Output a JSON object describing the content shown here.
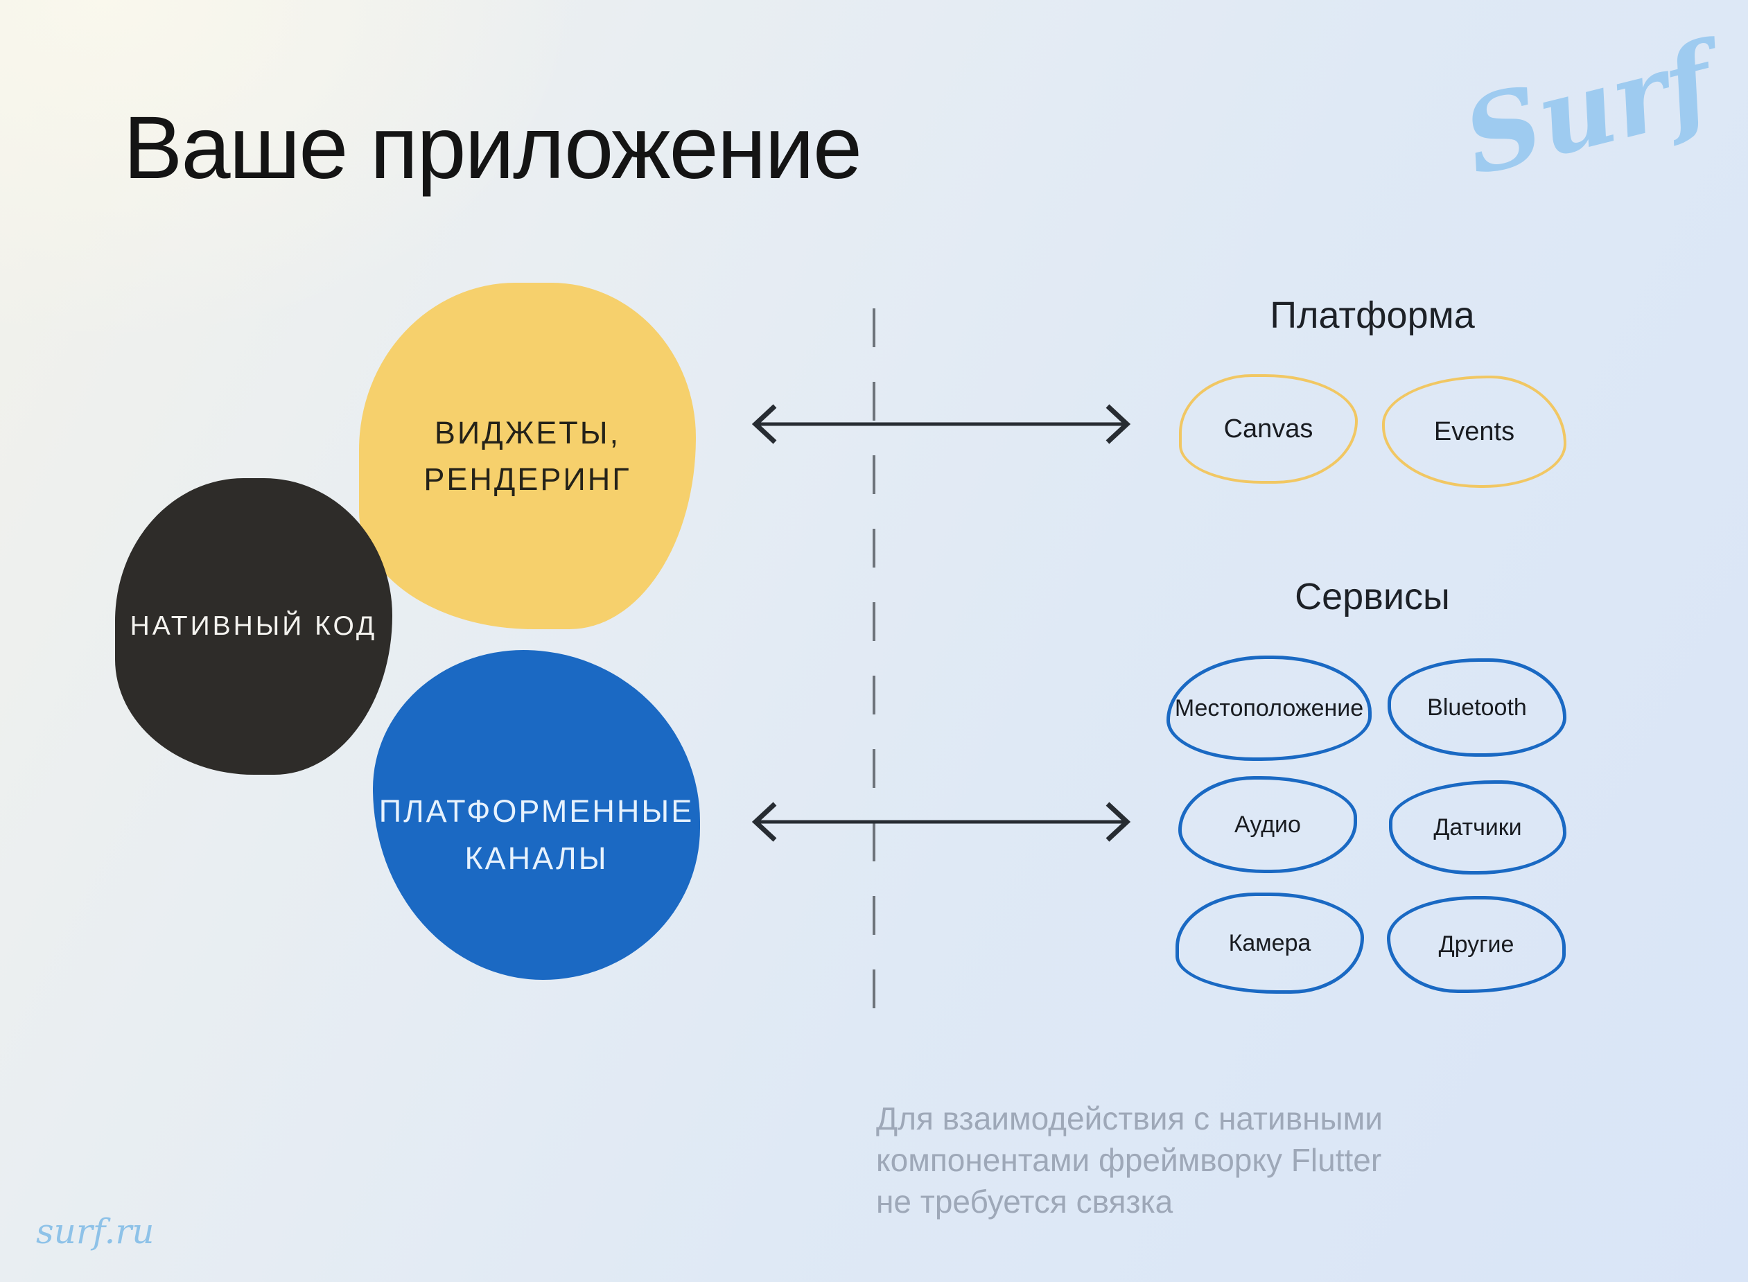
{
  "slide": {
    "title": "Ваше приложение",
    "logo_text": "Surf",
    "footer_link": "surf.ru"
  },
  "app": {
    "widgets_blob": {
      "line1": "ВИДЖЕТЫ,",
      "line2": "РЕНДЕРИНГ"
    },
    "native_blob": {
      "line1": "НАТИВНЫЙ КОД"
    },
    "channels_blob": {
      "line1": "ПЛАТФОРМЕННЫЕ",
      "line2": "КАНАЛЫ"
    }
  },
  "platform": {
    "heading": "Платформа",
    "items": [
      {
        "label": "Canvas"
      },
      {
        "label": "Events"
      }
    ]
  },
  "services": {
    "heading": "Сервисы",
    "items": [
      {
        "label": "Местоположение"
      },
      {
        "label": "Bluetooth"
      },
      {
        "label": "Аудио"
      },
      {
        "label": "Датчики"
      },
      {
        "label": "Камера"
      },
      {
        "label": "Другие"
      }
    ]
  },
  "note": {
    "line1": "Для взаимодействия с нативными",
    "line2": "компонентами фреймворку Flutter",
    "line3": "не требуется связка"
  },
  "colors": {
    "yellow_blob": "#f6d06c",
    "dark_blob": "#2e2c29",
    "blue_blob": "#1b69c3",
    "yellow_outline": "#f1c763",
    "blue_outline": "#1a69c3",
    "arrow": "#272c32",
    "dash_line": "#6d737a",
    "note_text": "#9ea8b8",
    "logo_blue": "#9ecbf0"
  }
}
